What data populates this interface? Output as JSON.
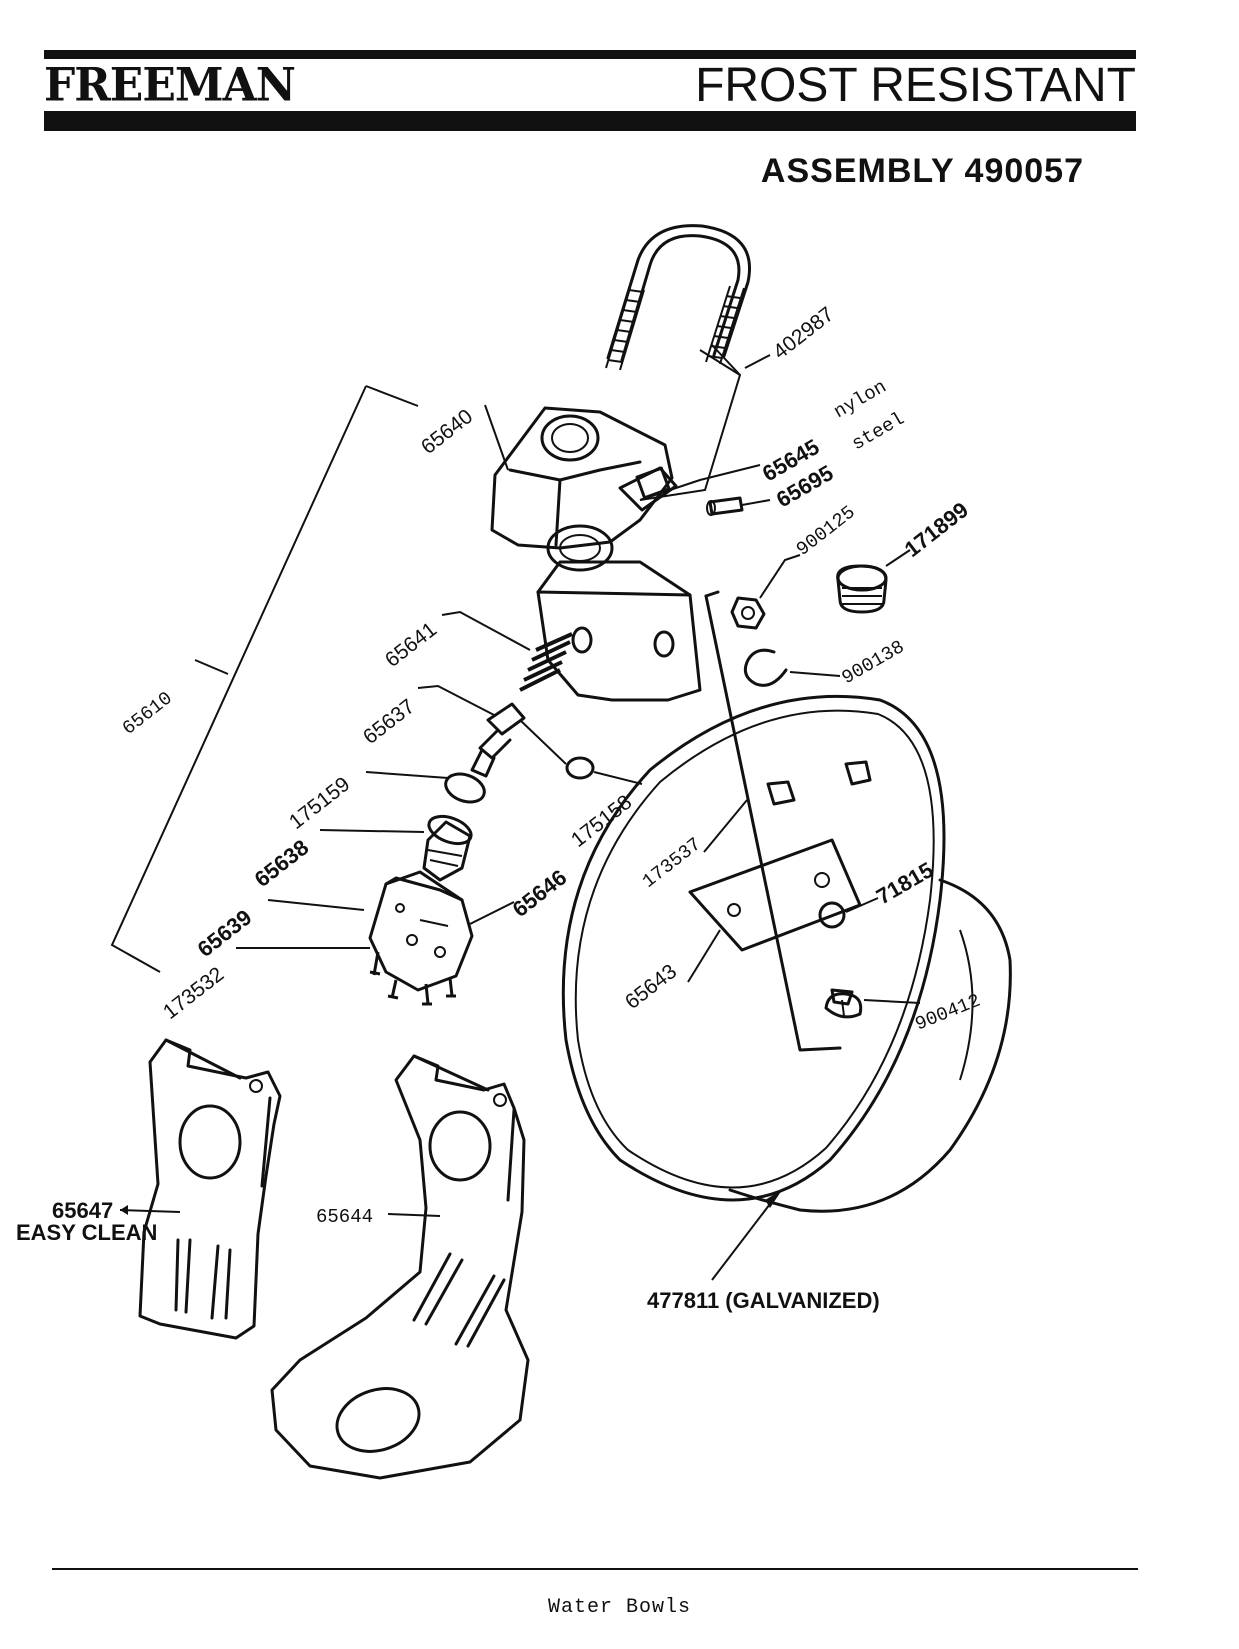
{
  "header": {
    "brand": "FREEMAN",
    "product": "FROST RESISTANT",
    "assembly": "ASSEMBLY 490057"
  },
  "parts": {
    "p402987": "402987",
    "p65640": "65640",
    "p65645": "65645",
    "p65645_note": "nylon",
    "p65695": "65695",
    "p65695_note": "steel",
    "p900125": "900125",
    "p171899": "171899",
    "p65641": "65641",
    "p900138": "900138",
    "p65610": "65610",
    "p65637": "65637",
    "p175159": "175159",
    "p175158": "175158",
    "p173537": "173537",
    "p65638": "65638",
    "p71815": "71815",
    "p65646": "65646",
    "p65639": "65639",
    "p173532": "173532",
    "p65643": "65643",
    "p900412": "900412",
    "p65647": "65647",
    "p65647_note": "EASY CLEAN",
    "p65644": "65644",
    "p477811": "477811 (GALVANIZED)"
  },
  "footer": {
    "section": "Water Bowls"
  }
}
